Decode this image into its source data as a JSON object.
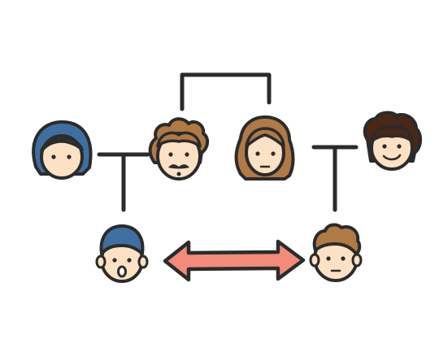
{
  "diagram": {
    "type": "family-tree",
    "people": [
      {
        "id": "mother-left",
        "role": "parent",
        "hair": "blue",
        "expression": "neutral"
      },
      {
        "id": "father-mustache",
        "role": "parent",
        "hair": "brown-curly",
        "expression": "mustache"
      },
      {
        "id": "mother-long-hair",
        "role": "parent",
        "hair": "brown-long",
        "expression": "neutral"
      },
      {
        "id": "father-right",
        "role": "parent",
        "hair": "dark-curly",
        "expression": "smile"
      },
      {
        "id": "child-blue-cap",
        "role": "child",
        "hair": "blue",
        "expression": "surprised"
      },
      {
        "id": "child-curly",
        "role": "child",
        "hair": "brown-curly",
        "expression": "neutral"
      }
    ],
    "relations": [
      {
        "type": "siblings",
        "between": [
          "father-mustache",
          "mother-long-hair"
        ]
      },
      {
        "type": "couple",
        "between": [
          "mother-left",
          "father-mustache"
        ]
      },
      {
        "type": "couple",
        "between": [
          "mother-long-hair",
          "father-right"
        ]
      },
      {
        "type": "child-of-couple",
        "child": "child-blue-cap"
      },
      {
        "type": "child-of-couple",
        "child": "child-curly"
      },
      {
        "type": "cousins-two-way",
        "between": [
          "child-blue-cap",
          "child-curly"
        ]
      }
    ],
    "colors": {
      "outline": "#2b2b2b",
      "skin": "#fde1c4",
      "hair_blue": "#3f6fa0",
      "hair_brown": "#b07a46",
      "hair_dark": "#4a2716",
      "arrow": "#f28b7a"
    }
  }
}
